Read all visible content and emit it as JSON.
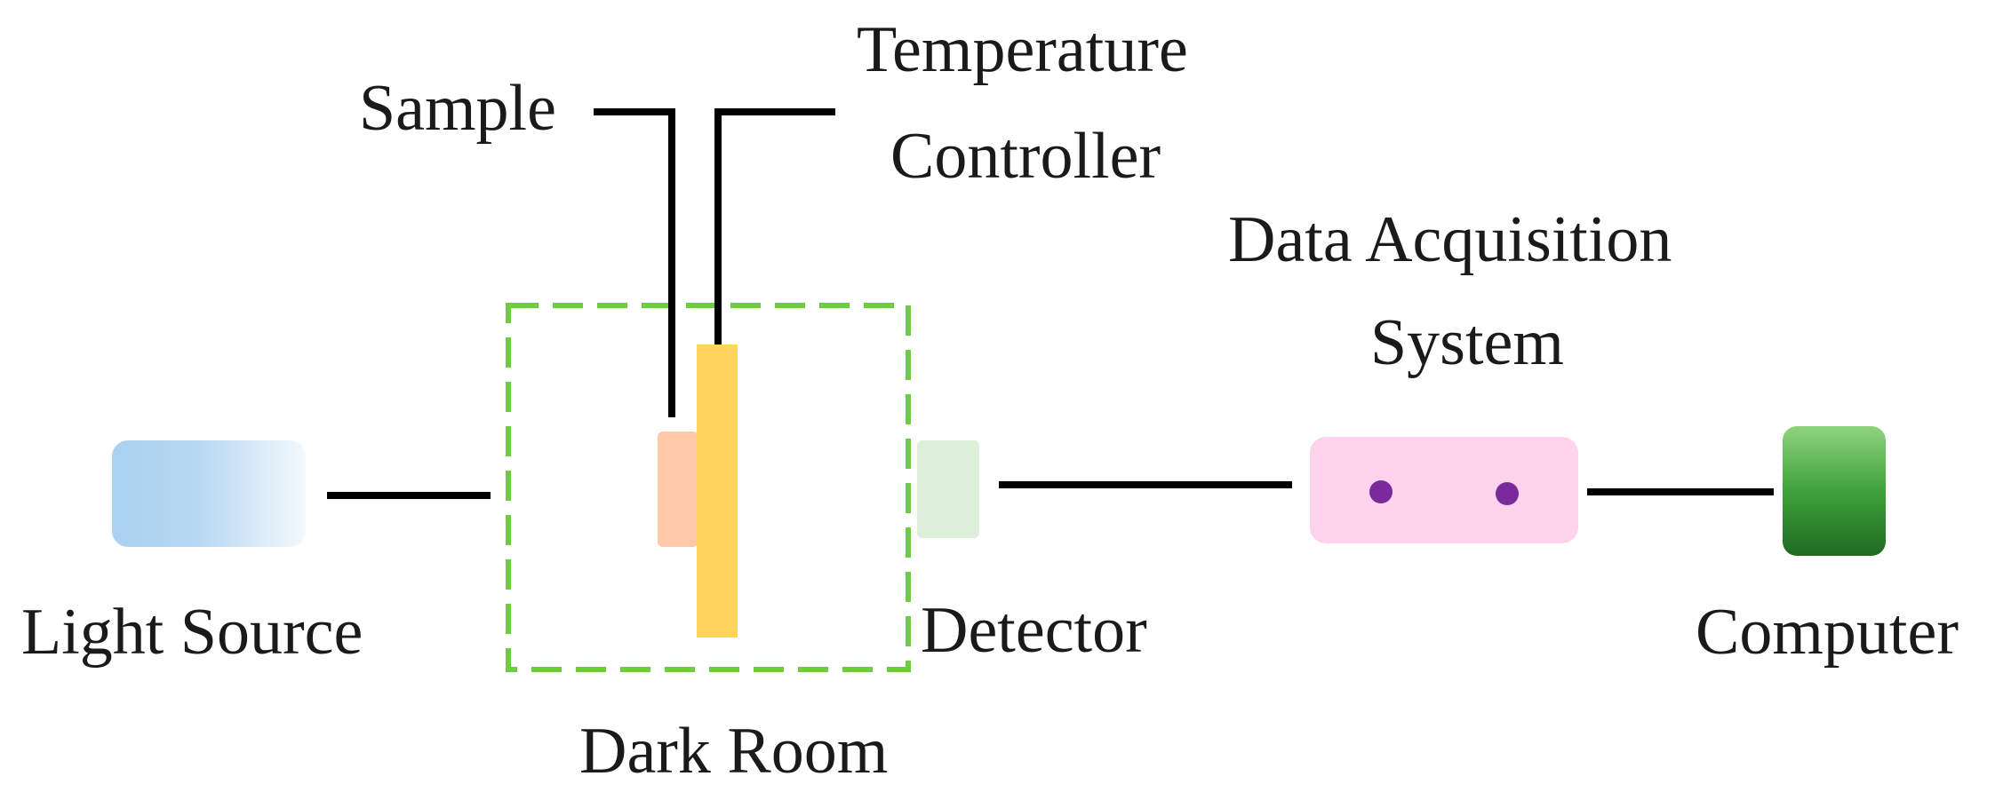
{
  "labels": {
    "sample": "Sample",
    "temperature_controller_line1": "Temperature",
    "temperature_controller_line2": "Controller",
    "data_acquisition_line1": "Data Acquisition",
    "data_acquisition_line2": "System",
    "light_source": "Light Source",
    "detector": "Detector",
    "computer": "Computer",
    "dark_room": "Dark Room"
  },
  "colors": {
    "light_source": "#a9d1f0",
    "dark_room_border": "#6ccb3f",
    "sample": "#ffc9a8",
    "temperature_controller": "#ffd45e",
    "detector": "#dcefd9",
    "data_acquisition": "#ffd2ee",
    "data_acquisition_dots": "#7b2a9c",
    "computer_top": "#8fd47f",
    "computer_mid": "#3ea33a",
    "computer_bottom": "#1f6b22",
    "wire": "#000000"
  },
  "icons": {
    "light_source": "light-source-block",
    "sample": "sample-block",
    "temperature_controller": "temperature-controller-bar",
    "detector": "detector-block",
    "data_acquisition": "data-acquisition-box",
    "computer": "computer-block"
  }
}
